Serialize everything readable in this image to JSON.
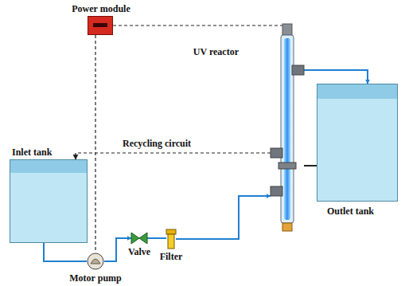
{
  "diagram": {
    "nodes": [
      {
        "text": [
          "Power module"
        ]
      },
      {
        "text": [
          "UV reactor"
        ]
      },
      {
        "text": [
          "Inlet tank"
        ]
      },
      {
        "text": [
          "Outlet tank"
        ]
      },
      {
        "text": [
          "Motor pump"
        ]
      },
      {
        "text": [
          "Valve"
        ]
      },
      {
        "text": [
          "Filter"
        ]
      }
    ],
    "edges": [
      {
        "from": 0,
        "to": 1,
        "arrow": "none"
      },
      {
        "from": 0,
        "to": 4,
        "arrow": "none"
      },
      {
        "from": 1,
        "to": 2,
        "label": "Recycling circuit",
        "arrow": "to"
      },
      {
        "from": 2,
        "to": 4,
        "arrow": "none"
      },
      {
        "from": 4,
        "to": 5,
        "arrow": "to"
      },
      {
        "from": 5,
        "to": 6,
        "arrow": "none"
      },
      {
        "from": 6,
        "to": 1,
        "arrow": "to"
      },
      {
        "from": 1,
        "to": 3,
        "arrow": "to"
      },
      {
        "from": 1,
        "to": 3,
        "arrow": "none"
      }
    ]
  }
}
